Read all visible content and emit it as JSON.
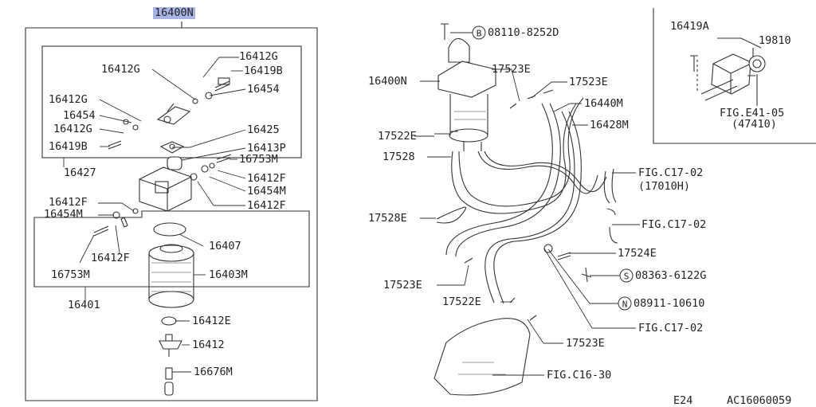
{
  "header": {
    "part_number": "16400N"
  },
  "left_labels": {
    "l16412G_a": "16412G",
    "l16412G_b": "16412G",
    "l16419B_a": "16419B",
    "l16454_a": "16454",
    "l16412G_c": "16412G",
    "l16454_b": "16454",
    "l16412G_d": "16412G",
    "l16419B_b": "16419B",
    "l16425": "16425",
    "l16413P": "16413P",
    "l16753M_a": "16753M",
    "l16427": "16427",
    "l16412F_a": "16412F",
    "l16454M_a": "16454M",
    "l16412F_b": "16412F",
    "l16412F_c": "16412F",
    "l16454M_b": "16454M",
    "l16407": "16407",
    "l16412F_d": "16412F",
    "l16753M_b": "16753M",
    "l16403M": "16403M",
    "l16401": "16401",
    "l16412E": "16412E",
    "l16412": "16412",
    "l16676M": "16676M"
  },
  "right_labels": {
    "bolt_b": "08110-8252D",
    "l16400N": "16400N",
    "l17523E_a": "17523E",
    "l17523E_b": "17523E",
    "l16440M": "16440M",
    "l16428M": "16428M",
    "l17522E_a": "17522E",
    "l17528": "17528",
    "figc17_a": "FIG.C17-02",
    "figc17_a_sub": "(17010H)",
    "l17528E": "17528E",
    "figc17_b": "FIG.C17-02",
    "l17524E": "17524E",
    "bolt_s": "08363-6122G",
    "l17523E_c": "17523E",
    "l17522E_b": "17522E",
    "bolt_n": "08911-10610",
    "figc17_c": "FIG.C17-02",
    "l17523E_d": "17523E",
    "figc16": "FIG.C16-30"
  },
  "inset": {
    "l16419A": "16419A",
    "l19810": "19810",
    "fig_e41": "FIG.E41-05",
    "fig_e41_sub": "(47410)"
  },
  "footer": {
    "page_code": "E24",
    "catalog_code": "AC16060059"
  },
  "circle_letters": {
    "b": "B",
    "s": "S",
    "n": "N"
  }
}
